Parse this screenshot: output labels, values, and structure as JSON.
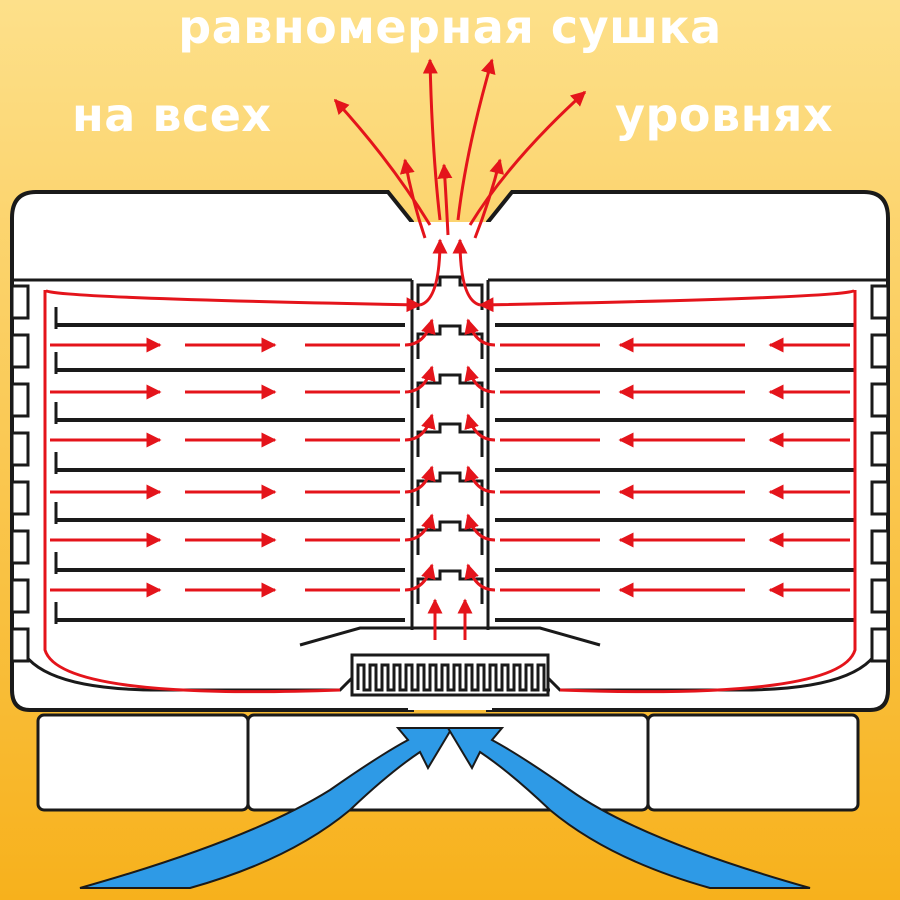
{
  "caption": {
    "line1": "равномерная сушка",
    "line2_left": "на всех",
    "line2_right": "уровнях"
  },
  "colors": {
    "background_top": "#fde08a",
    "background_bottom": "#f7b11c",
    "caption_text": "#ffffff",
    "outline": "#1a1a1a",
    "hot_air_arrows": "#e4141b",
    "cold_air_arrows": "#2e9ae6",
    "unit_fill": "#ffffff"
  },
  "legend_icons": {
    "hot_air": "red-arrow-icon",
    "cold_air": "blue-arrow-icon"
  }
}
